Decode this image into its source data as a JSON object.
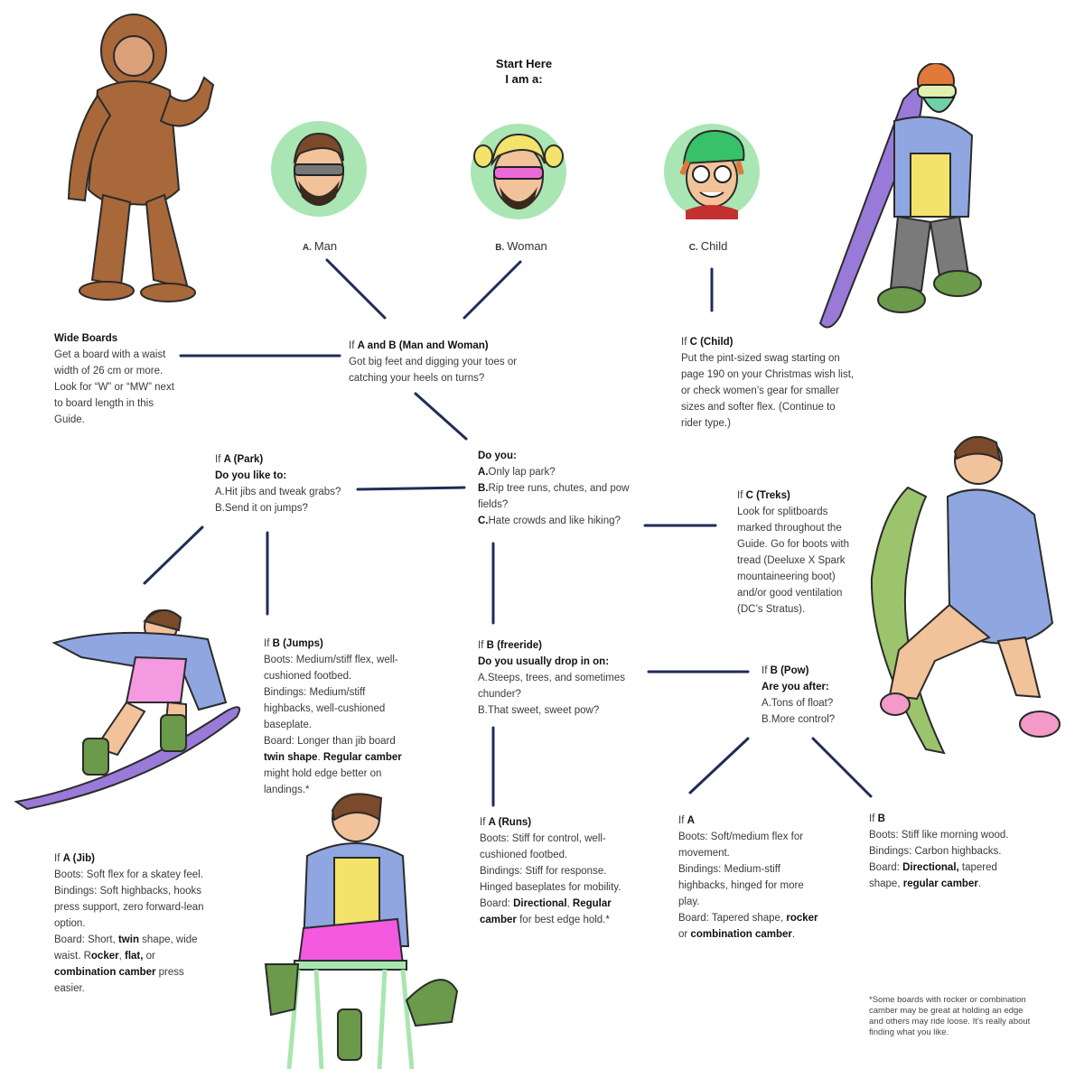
{
  "start": {
    "line1": "Start Here",
    "line2": "I am a:"
  },
  "options": [
    {
      "letter": "A.",
      "label": "Man"
    },
    {
      "letter": "B.",
      "label": "Woman"
    },
    {
      "letter": "C.",
      "label": "Child"
    }
  ],
  "wide_boards": {
    "title": "Wide Boards",
    "text": "Get a board with a waist width of 26 cm or more. Look for “W” or “MW” next to board length in this Guide."
  },
  "ab": {
    "if": "If ",
    "title": "A and B (Man and Woman)",
    "text": "Got big feet and digging your toes or catching your heels on turns?"
  },
  "child": {
    "if": "If ",
    "title": "C (Child)",
    "text": "Put the pint-sized swag starting on page 190 on your Christmas wish list, or check women’s gear for smaller sizes and softer flex. (Continue to rider type.)"
  },
  "doyou": {
    "title": "Do you:",
    "a_letter": "A.",
    "a_text": "Only lap park?",
    "b_letter": "B.",
    "b_text": "Rip tree runs, chutes, and pow fields?",
    "c_letter": "C.",
    "c_text": "Hate crowds and like hiking?"
  },
  "park": {
    "if": "If ",
    "title": "A (Park)",
    "question": "Do you like to:",
    "a": "A.Hit jibs and tweak grabs?",
    "b": "B.Send it on jumps?"
  },
  "treks": {
    "if": "If ",
    "title": "C (Treks)",
    "text": "Look for splitboards marked throughout the Guide. Go for boots with tread (Deeluxe X Spark mountaineering boot) and/or good ventilation (DC’s Stratus)."
  },
  "jumps": {
    "if": "If ",
    "title": "B (Jumps)",
    "boots": "Boots: Medium/stiff flex, well-cushioned footbed.",
    "bindings": "Bindings: Medium/stiff highbacks, well-cushioned baseplate.",
    "board_pre": "Board: Longer than jib board ",
    "board_b1": "twin shape",
    "board_mid": ". ",
    "board_b2": "Regular camber",
    "board_post": " might hold edge better on landings.*"
  },
  "freeride": {
    "if": "If ",
    "title": "B (freeride)",
    "question": "Do you usually drop in on:",
    "a": "A.Steeps, trees, and sometimes chunder?",
    "b": "B.That sweet, sweet pow?"
  },
  "pow": {
    "if": "If ",
    "title": "B (Pow)",
    "question": "Are you after:",
    "a": "A.Tons of float?",
    "b": "B.More control?"
  },
  "jib": {
    "if": "If ",
    "title": "A (Jib)",
    "boots": "Boots: Soft flex for a skatey feel.",
    "bindings": "Bindings: Soft highbacks, hooks press support, zero forward-lean option.",
    "board_pre": "Board: Short, ",
    "board_b1": "twin",
    "board_mid1": " shape, wide waist. R",
    "board_b2": "ocker",
    "board_mid2": ", ",
    "board_b3": "flat,",
    "board_mid3": " or ",
    "board_b4": "combination camber",
    "board_post": " press easier."
  },
  "runs": {
    "if": "If ",
    "title": "A (Runs)",
    "boots": "Boots: Stiff for control, well-cushioned footbed.",
    "bindings": "Bindings: Stiff for response.",
    "hinged": "Hinged baseplates for mobility.",
    "board_pre": "Board: ",
    "board_b1": "Directional",
    "board_mid": ", ",
    "board_b2": "Regular camber",
    "board_post": " for best edge hold.*"
  },
  "pow_a": {
    "if": "If ",
    "title": "A",
    "boots": "Boots: Soft/medium flex for movement.",
    "bindings": "Bindings: Medium-stiff highbacks, hinged for more play.",
    "board_pre": "Board: Tapered shape, ",
    "board_b1": "rocker",
    "board_mid": " or ",
    "board_b2": "combination camber",
    "board_post": "."
  },
  "pow_b": {
    "if": "If ",
    "title": "B",
    "boots": "Boots: Stiff like morning wood.",
    "bindings": "Bindings: Carbon highbacks.",
    "board_pre": "Board: ",
    "board_b1": "Directional,",
    "board_mid": " tapered shape, ",
    "board_b2": "regular camber",
    "board_post": "."
  },
  "footnote": "*Some boards with rocker or combination camber may be great at holding an edge and others may ride loose. It’s really about finding what you like.",
  "colors": {
    "line": "#1f2b5a",
    "avatar_bg": "#a9e6b4",
    "robe": "#8fa6e0",
    "board_purple": "#8b6fd0",
    "board_green": "#9cc46c",
    "fur": "#a8683a"
  }
}
